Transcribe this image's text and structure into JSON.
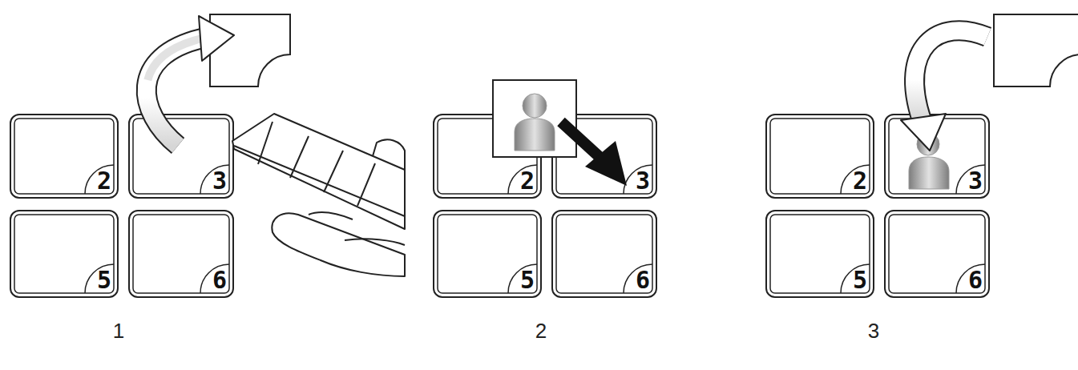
{
  "diagram": {
    "nodes": [
      {
        "text": [
          "2"
        ]
      },
      {
        "text": [
          "3"
        ]
      },
      {
        "text": [
          "5"
        ]
      },
      {
        "text": [
          "6"
        ]
      },
      {
        "text": [
          "2"
        ]
      },
      {
        "text": [
          "3"
        ]
      },
      {
        "text": [
          "5"
        ]
      },
      {
        "text": [
          "6"
        ]
      },
      {
        "text": [
          "2"
        ]
      },
      {
        "text": [
          "3"
        ]
      },
      {
        "text": [
          "5"
        ]
      },
      {
        "text": [
          "6"
        ]
      }
    ],
    "labels": [
      "1",
      "2",
      "3"
    ]
  }
}
